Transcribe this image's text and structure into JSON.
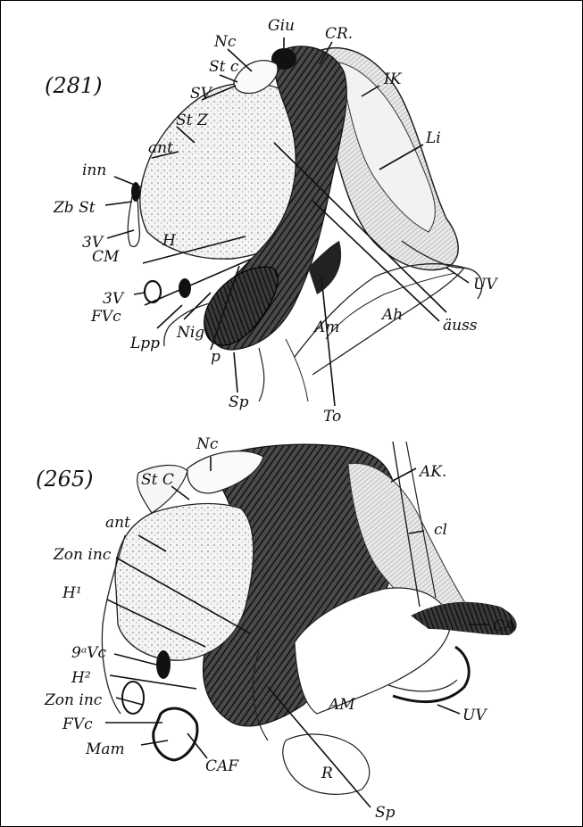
{
  "figure_top": {
    "number": "(281)",
    "labels": {
      "giu": "Giu",
      "nc": "Nc",
      "cr": "CR.",
      "stc": "St c",
      "ik": "IK",
      "sv": "SV",
      "stz": "St Z",
      "li": "Li",
      "ant": "ant",
      "inn": "inn",
      "zbst": "Zb St",
      "v3a": "3V",
      "h": "H",
      "cm": "CM",
      "uv": "UV",
      "v3b": "3V",
      "ah": "Ah",
      "am": "Am",
      "auss": "äuss",
      "fvc": "FVc",
      "lpp": "Lpp",
      "nig": "Nig",
      "p": "p",
      "sp": "Sp",
      "to": "To"
    }
  },
  "figure_bottom": {
    "number": "(265)",
    "labels": {
      "nc": "Nc",
      "stc": "St C",
      "ak": "AK.",
      "ant": "ant",
      "cl": "cl",
      "zoninc1": "Zon inc",
      "h1": "H¹",
      "ca": "CA",
      "vc9": "9ᵃVc",
      "h2": "H²",
      "zoninc2": "Zon inc",
      "am": "AM",
      "uv": "UV",
      "fvc": "FVc",
      "mam": "Mam",
      "caf": "CAF",
      "r": "R",
      "sp": "Sp"
    }
  }
}
